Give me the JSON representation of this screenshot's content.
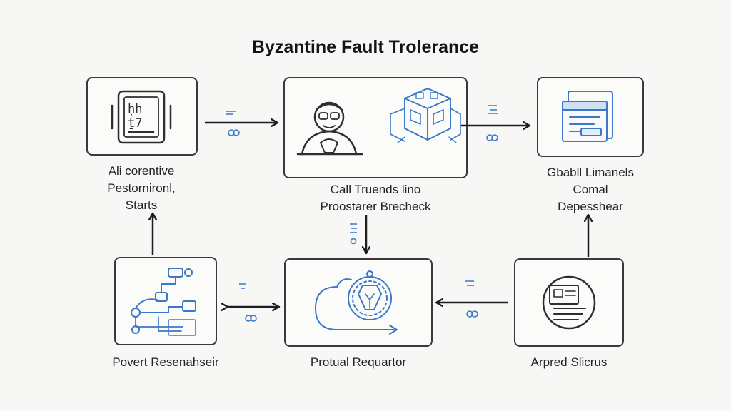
{
  "title": "Byzantine Fault Trolerance",
  "nodes": {
    "left_top": {
      "lines": [
        "Ali corentive",
        "Pestornironl,",
        "Starts"
      ]
    },
    "center_top": {
      "lines": [
        "Call Truends lino",
        "Proostarer Brecheck"
      ]
    },
    "right_top": {
      "lines": [
        "Gbabll Limanels",
        "Comal",
        "Depesshear"
      ]
    },
    "left_bottom": {
      "lines": [
        "Povert Resenahseir"
      ]
    },
    "center_bottom": {
      "lines": [
        "Protual Requartor"
      ]
    },
    "right_bottom": {
      "lines": [
        "Arpred Slicrus"
      ]
    }
  },
  "icons": {
    "left_top": "server-rack-icon",
    "center_top_person": "person-at-computer-icon",
    "center_top_cube": "blockchain-cube-icon",
    "right_top": "document-window-icon",
    "left_bottom": "network-flow-icon",
    "center_bottom": "shield-cycle-icon",
    "right_bottom": "report-circle-icon"
  },
  "colors": {
    "ink": "#2e2e2e",
    "accent": "#3d78c8"
  }
}
